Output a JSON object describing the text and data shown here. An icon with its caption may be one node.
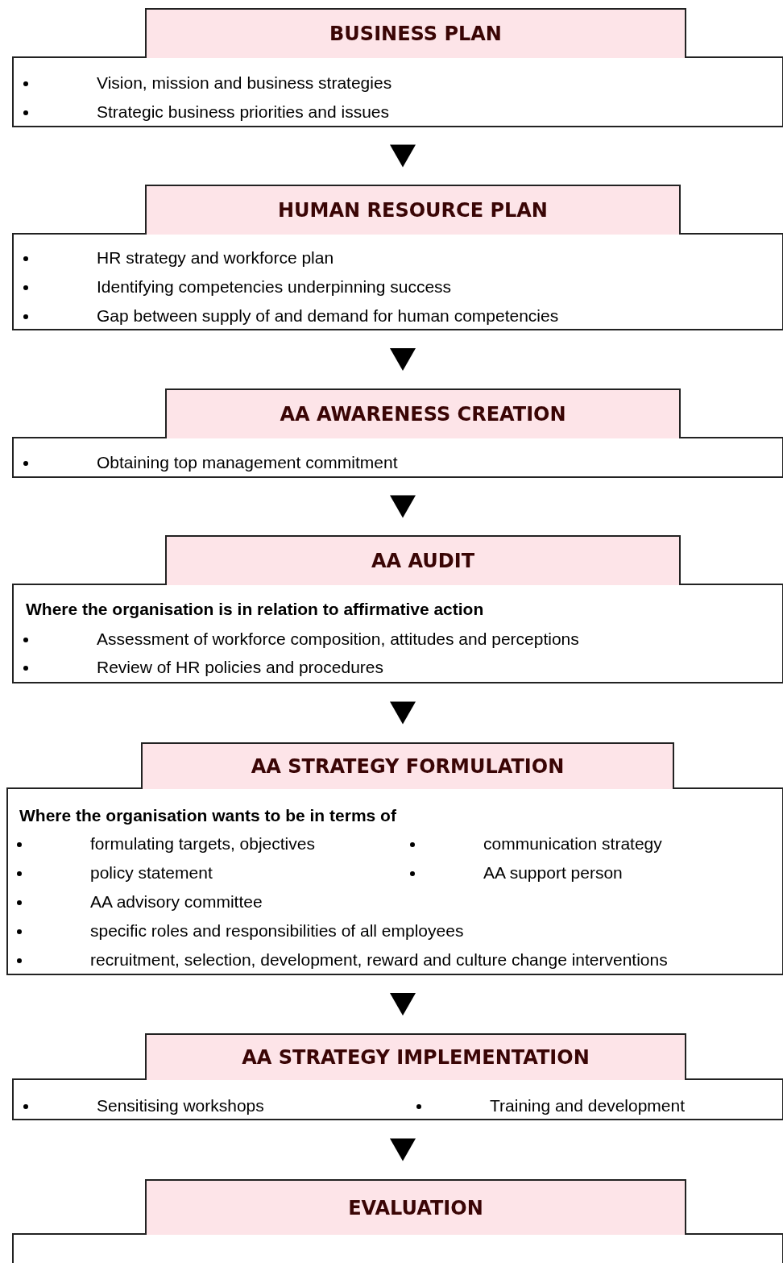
{
  "diagram": {
    "nodes": [
      {
        "text": [
          "BUSINESS PLAN",
          "Vision, mission and business strategies",
          "Strategic business priorities and issues"
        ]
      },
      {
        "text": [
          "HUMAN RESOURCE PLAN",
          "HR strategy and workforce plan",
          "Identifying competencies underpinning success",
          "Gap between supply of and demand for human competencies"
        ]
      },
      {
        "text": [
          "AA AWARENESS CREATION",
          "Obtaining top management commitment"
        ]
      },
      {
        "text": [
          "AA AUDIT",
          "Where the organisation is in relation to affirmative action",
          "Assessment of workforce composition, attitudes and perceptions",
          "Review of HR policies and procedures"
        ]
      },
      {
        "text": [
          "AA STRATEGY FORMULATION",
          "Where the organisation wants to be in terms of",
          "formulating targets, objectives",
          "communication strategy",
          "policy statement",
          "AA support person",
          "AA advisory committee",
          "specific roles and responsibilities of all employees",
          "recruitment, selection, development, reward and culture change interventions"
        ]
      },
      {
        "text": [
          "AA STRATEGY IMPLEMENTATION",
          "Sensitising workshops",
          "Training and development"
        ]
      },
      {
        "text": [
          "EVALUATION"
        ]
      }
    ],
    "edges": [
      {
        "from": 0,
        "to": 1,
        "arrow": "to"
      },
      {
        "from": 1,
        "to": 2,
        "arrow": "to"
      },
      {
        "from": 2,
        "to": 3,
        "arrow": "to"
      },
      {
        "from": 3,
        "to": 4,
        "arrow": "to"
      },
      {
        "from": 4,
        "to": 5,
        "arrow": "to"
      },
      {
        "from": 5,
        "to": 6,
        "arrow": "to"
      }
    ]
  }
}
